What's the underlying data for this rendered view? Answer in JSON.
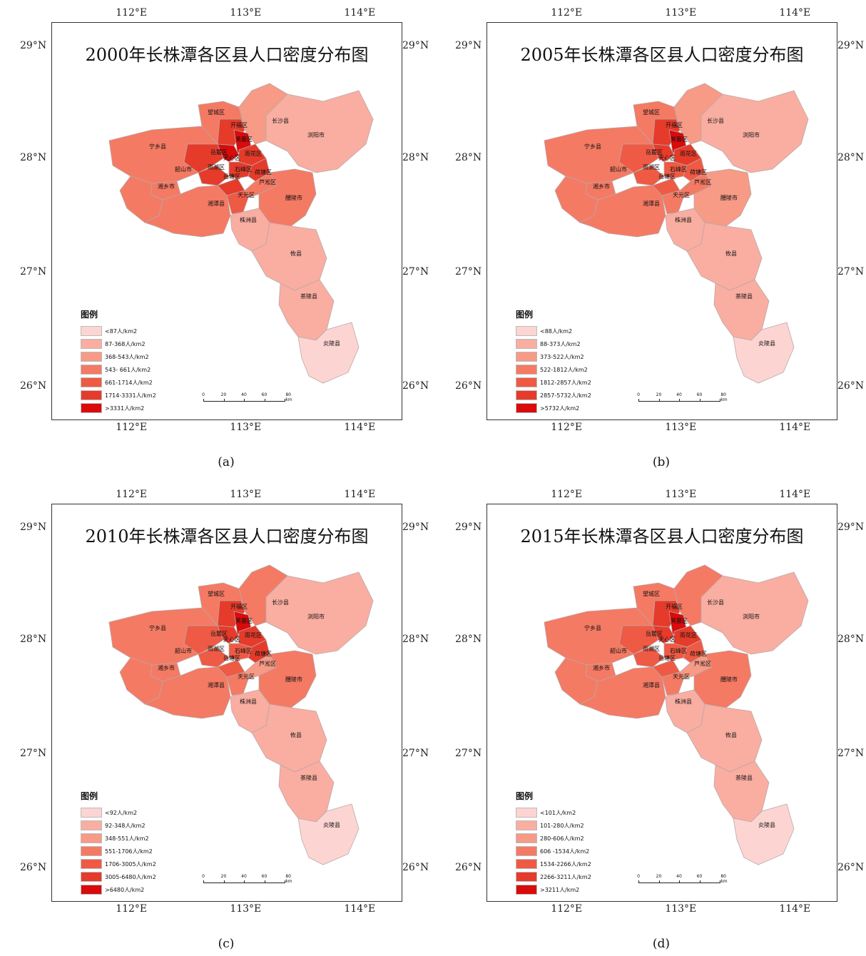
{
  "labels": {
    "lon": [
      "112°E",
      "113°E",
      "114°E"
    ],
    "lat": [
      "29°N",
      "28°N",
      "27°N",
      "26°N"
    ],
    "legend_title": "图例",
    "scale": [
      "0",
      "20",
      "40",
      "60",
      "80 km"
    ]
  },
  "panels": [
    {
      "id": "a",
      "caption": "(a)",
      "title": "2000年长株潭各区县人口密度分布图",
      "legend": [
        "<87人/km2",
        "87-368人/km2",
        "368-543人/km2",
        "543- 661人/km2",
        "661-1714人/km2",
        "1714-3331人/km2",
        ">3331人/km2"
      ],
      "classes": {
        "望城区": 4,
        "开福区": 6,
        "长沙县": 3,
        "芙蓉区": 7,
        "浏阳市": 2,
        "宁乡县": 4,
        "岳麓区": 6,
        "天心区": 7,
        "雨花区": 6,
        "韶山市": 4,
        "雨湖区": 6,
        "石峰区": 6,
        "荷塘区": 6,
        "岳塘区": 6,
        "湘乡市": 4,
        "芦淞区": 4,
        "天元区": 5,
        "湘潭县": 4,
        "醴陵市": 4,
        "株洲县": 2,
        "攸县": 2,
        "茶陵县": 2,
        "炎陵县": 1
      }
    },
    {
      "id": "b",
      "caption": "(b)",
      "title": "2005年长株潭各区县人口密度分布图",
      "legend": [
        "<88人/km2",
        "88-373人/km2",
        "373-522人/km2",
        "522-1812人/km2",
        "1812-2857人/km2",
        "2857-5732人/km2",
        ">5732人/km2"
      ],
      "classes": {
        "望城区": 4,
        "开福区": 6,
        "长沙县": 3,
        "芙蓉区": 7,
        "浏阳市": 2,
        "宁乡县": 4,
        "岳麓区": 5,
        "天心区": 6,
        "雨花区": 6,
        "韶山市": 4,
        "雨湖区": 5,
        "石峰区": 5,
        "荷塘区": 5,
        "岳塘区": 5,
        "湘乡市": 4,
        "芦淞区": 4,
        "天元区": 4,
        "湘潭县": 4,
        "醴陵市": 3,
        "株洲县": 2,
        "攸县": 2,
        "茶陵县": 2,
        "炎陵县": 1
      }
    },
    {
      "id": "c",
      "caption": "(c)",
      "title": "2010年长株潭各区县人口密度分布图",
      "legend": [
        "<92人/km2",
        "92-348人/km2",
        "348-551人/km2",
        "551-1706人/km2",
        "1706-3005人/km2",
        "3005-6480人/km2",
        ">6480人/km2"
      ],
      "classes": {
        "望城区": 4,
        "开福区": 6,
        "长沙县": 4,
        "芙蓉区": 7,
        "浏阳市": 2,
        "宁乡县": 4,
        "岳麓区": 5,
        "天心区": 6,
        "雨花区": 6,
        "韶山市": 4,
        "雨湖区": 5,
        "石峰区": 5,
        "荷塘区": 6,
        "岳塘区": 5,
        "湘乡市": 4,
        "芦淞区": 3,
        "天元区": 4,
        "湘潭县": 4,
        "醴陵市": 4,
        "株洲县": 2,
        "攸县": 2,
        "茶陵县": 2,
        "炎陵县": 1
      }
    },
    {
      "id": "d",
      "caption": "(d)",
      "title": "2015年长株潭各区县人口密度分布图",
      "legend": [
        "<101人/km2",
        "101-280人/km2",
        "280-606人/km2",
        "606 -1534人/km2",
        "1534-2266人/km2",
        "2266-3211人/km2",
        ">3211人/km2"
      ],
      "classes": {
        "望城区": 4,
        "开福区": 6,
        "长沙县": 4,
        "芙蓉区": 7,
        "浏阳市": 2,
        "宁乡县": 4,
        "岳麓区": 5,
        "天心区": 6,
        "雨花区": 6,
        "韶山市": 4,
        "雨湖区": 5,
        "石峰区": 5,
        "荷塘区": 5,
        "岳塘区": 5,
        "湘乡市": 4,
        "芦淞区": 3,
        "天元区": 4,
        "湘潭县": 4,
        "醴陵市": 4,
        "株洲县": 2,
        "攸县": 2,
        "茶陵县": 2,
        "炎陵县": 1
      }
    }
  ],
  "class_colors": [
    "#fcd5d2",
    "#f9aea1",
    "#f79a86",
    "#f47a64",
    "#ef5a44",
    "#e63b2a",
    "#d90b0b"
  ],
  "region_names": [
    "望城区",
    "开福区",
    "长沙县",
    "芙蓉区",
    "浏阳市",
    "宁乡县",
    "岳麓区",
    "天心区",
    "雨花区",
    "韶山市",
    "雨湖区",
    "石峰区",
    "荷塘区",
    "岳塘区",
    "湘乡市",
    "芦淞区",
    "天元区",
    "湘潭县",
    "醴陵市",
    "株洲县",
    "攸县",
    "茶陵县",
    "炎陵县"
  ]
}
